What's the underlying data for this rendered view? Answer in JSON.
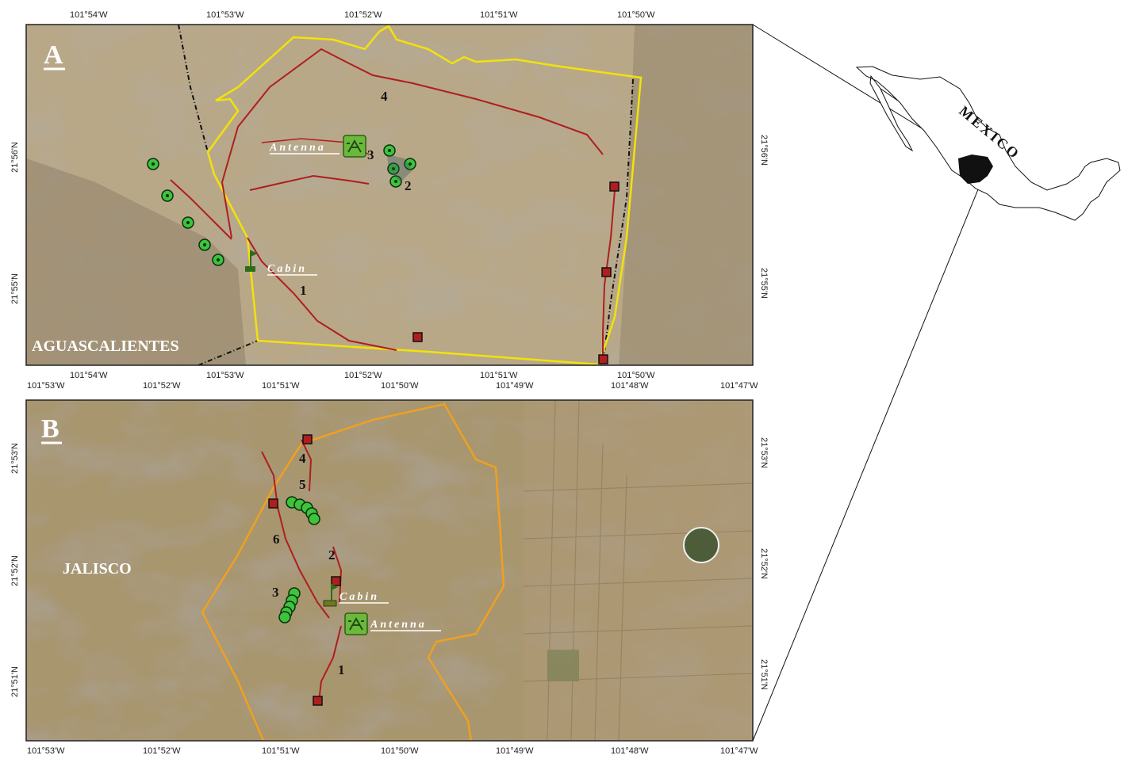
{
  "panel_a": {
    "letter": "A",
    "state": "AGUASCALIENTES",
    "lon_ticks": [
      "101°54'W",
      "101°53'W",
      "101°52'W",
      "101°51'W",
      "101°50'W"
    ],
    "lat_ticks": [
      "21°56'N",
      "21°55'N"
    ],
    "sites": {
      "antenna": "Antenna",
      "cabin": "Cabin"
    },
    "transects": [
      "1",
      "2",
      "3",
      "4"
    ]
  },
  "panel_b": {
    "letter": "B",
    "state": "JALISCO",
    "lon_ticks": [
      "101°53'W",
      "101°52'W",
      "101°51'W",
      "101°50'W",
      "101°49'W",
      "101°48'W",
      "101°47'W"
    ],
    "lat_ticks": [
      "21°53'N",
      "21°52'N",
      "21°51'N"
    ],
    "sites": {
      "antenna": "Antenna",
      "cabin": "Cabin"
    },
    "transects": [
      "1",
      "2",
      "3",
      "4",
      "5",
      "6"
    ]
  },
  "inset": {
    "country": "MEXICO"
  },
  "colors": {
    "boundary_a": "#f2e20a",
    "boundary_b": "#f0a020",
    "transect": "#b01e1e",
    "point_fill": "#3cc43c",
    "square_fill": "#b01e1e",
    "terrain_base": "#b5a585"
  }
}
